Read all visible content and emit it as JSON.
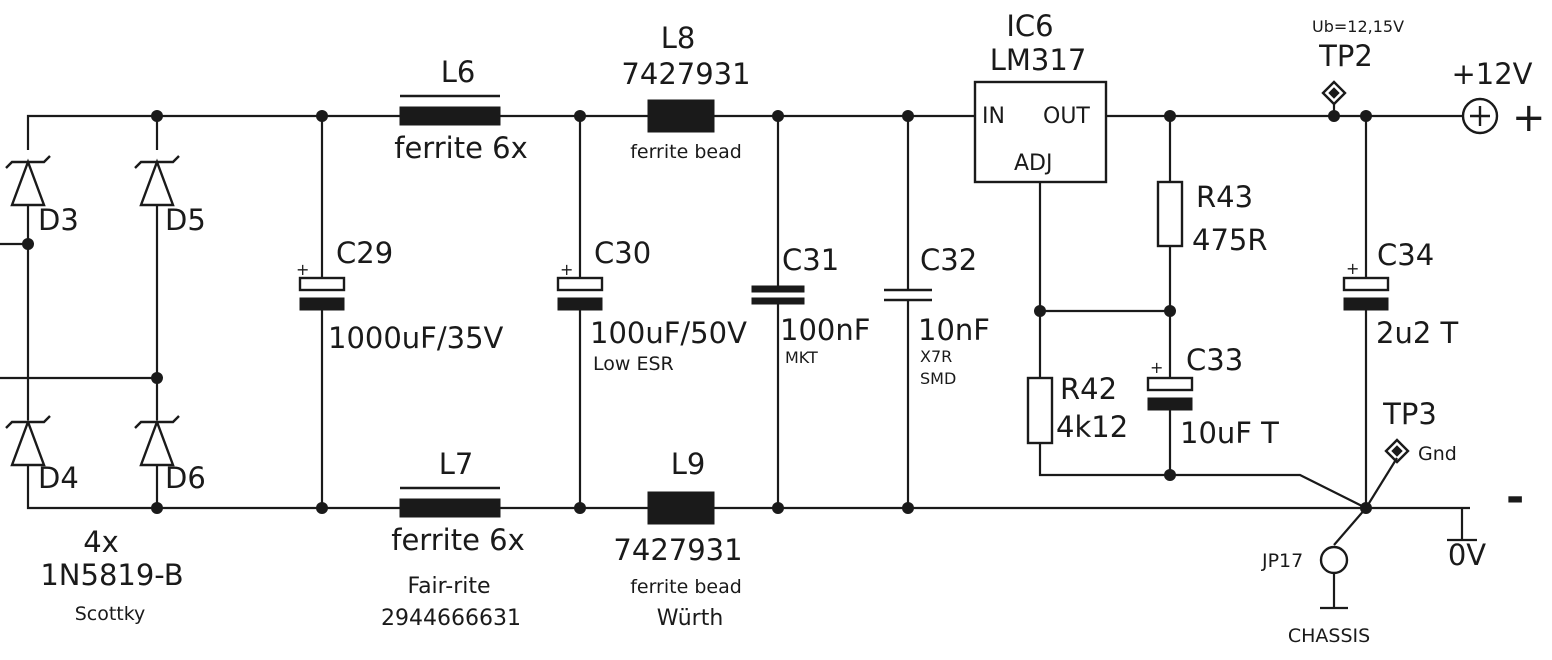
{
  "colors": {
    "ink": "#1a1a1a",
    "background": "#ffffff"
  },
  "diodes": [
    {
      "ref": "D3"
    },
    {
      "ref": "D5"
    },
    {
      "ref": "D4"
    },
    {
      "ref": "D6"
    }
  ],
  "diode_note": {
    "count": "4x",
    "part": "1N5819-B",
    "type": "Scottky"
  },
  "capacitors": {
    "c29": {
      "ref": "C29",
      "value": "1000uF/35V",
      "polarity": "+"
    },
    "c30": {
      "ref": "C30",
      "value": "100uF/50V",
      "note": "Low ESR",
      "polarity": "+"
    },
    "c31": {
      "ref": "C31",
      "value": "100nF",
      "note": "MKT"
    },
    "c32": {
      "ref": "C32",
      "value": "10nF",
      "note1": "X7R",
      "note2": "SMD"
    },
    "c33": {
      "ref": "C33",
      "value": "10uF T",
      "polarity": "+"
    },
    "c34": {
      "ref": "C34",
      "value": "2u2 T",
      "polarity": "+"
    }
  },
  "inductors": {
    "l6": {
      "ref": "L6",
      "desc": "ferrite 6x"
    },
    "l7": {
      "ref": "L7",
      "desc": "ferrite 6x",
      "maker": "Fair-rite",
      "part": "2944666631"
    },
    "l8": {
      "ref": "L8",
      "part": "7427931",
      "desc": "ferrite bead"
    },
    "l9": {
      "ref": "L9",
      "part": "7427931",
      "desc": "ferrite bead",
      "maker": "Würth"
    }
  },
  "regulator": {
    "ref": "IC6",
    "part": "LM317",
    "pin_in": "IN",
    "pin_out": "OUT",
    "pin_adj": "ADJ"
  },
  "resistors": {
    "r43": {
      "ref": "R43",
      "value": "475R"
    },
    "r42": {
      "ref": "R42",
      "value": "4k12"
    }
  },
  "test_points": {
    "tp2": {
      "ref": "TP2",
      "note": "Ub=12,15V"
    },
    "tp3": {
      "ref": "TP3",
      "note": "Gnd"
    }
  },
  "output": {
    "positive_label": "+12V",
    "plus_sign": "+",
    "minus_sign": "-",
    "zero_label": "0V"
  },
  "jumper": {
    "ref": "JP17",
    "chassis_label": "CHASSIS"
  }
}
